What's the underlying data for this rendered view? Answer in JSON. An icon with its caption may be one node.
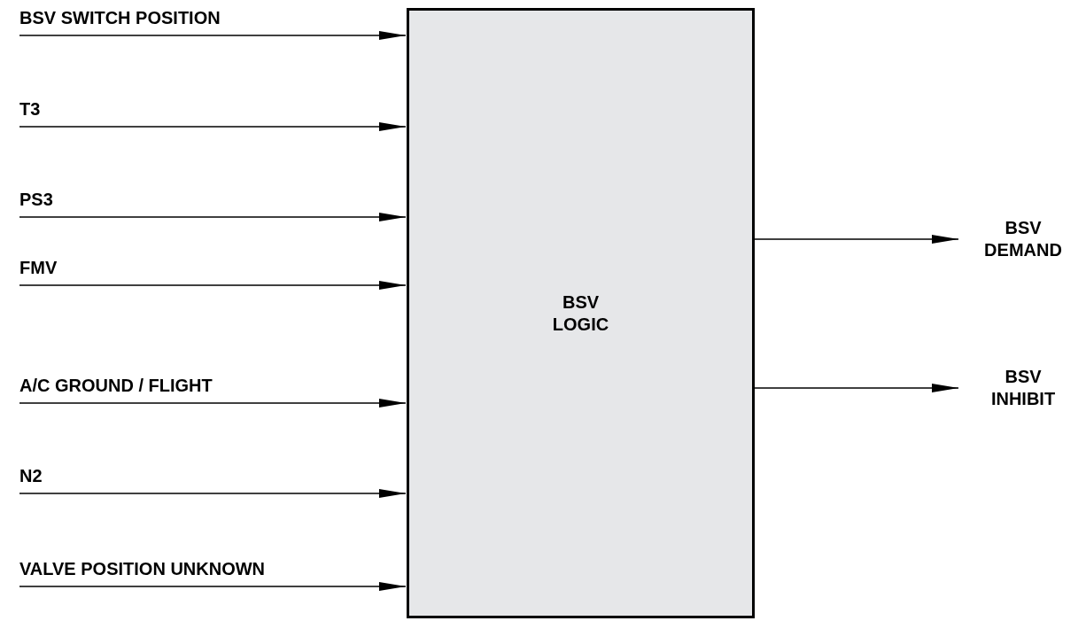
{
  "diagram": {
    "nodes": [
      {
        "text": [
          "BSV SWITCH POSITION"
        ]
      },
      {
        "text": [
          "T3"
        ]
      },
      {
        "text": [
          "PS3"
        ]
      },
      {
        "text": [
          "FMV"
        ]
      },
      {
        "text": [
          "A/C GROUND / FLIGHT"
        ]
      },
      {
        "text": [
          "N2"
        ]
      },
      {
        "text": [
          "VALVE POSITION UNKNOWN"
        ]
      },
      {
        "text": [
          "BSV LOGIC"
        ]
      },
      {
        "text": [
          "BSV DEMAND"
        ]
      },
      {
        "text": [
          "BSV INHIBIT"
        ]
      }
    ],
    "edges": [
      {
        "from": 0,
        "to": 7,
        "arrow": "to"
      },
      {
        "from": 1,
        "to": 7,
        "arrow": "to"
      },
      {
        "from": 2,
        "to": 7,
        "arrow": "to"
      },
      {
        "from": 3,
        "to": 7,
        "arrow": "to"
      },
      {
        "from": 4,
        "to": 7,
        "arrow": "to"
      },
      {
        "from": 5,
        "to": 7,
        "arrow": "to"
      },
      {
        "from": 6,
        "to": 7,
        "arrow": "to"
      },
      {
        "from": 7,
        "to": 8,
        "arrow": "to"
      },
      {
        "from": 7,
        "to": 9,
        "arrow": "to"
      }
    ]
  }
}
